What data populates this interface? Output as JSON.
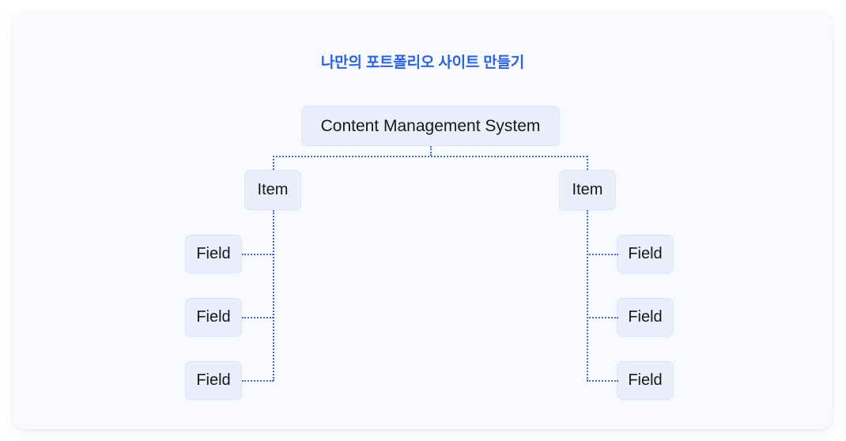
{
  "page": {
    "title": "나만의 포트폴리오 사이트 만들기",
    "accent_color": "#2a62e0",
    "card_background": "#f8faff",
    "node_background": "#eaeffb",
    "node_border_color": "#dde4f5",
    "connector_color": "#3e74da"
  },
  "diagram": {
    "type": "tree",
    "root": {
      "label": "Content Management System"
    },
    "branches": [
      {
        "side": "left",
        "item": {
          "label": "Item"
        },
        "fields": [
          {
            "label": "Field"
          },
          {
            "label": "Field"
          },
          {
            "label": "Field"
          }
        ]
      },
      {
        "side": "right",
        "item": {
          "label": "Item"
        },
        "fields": [
          {
            "label": "Field"
          },
          {
            "label": "Field"
          },
          {
            "label": "Field"
          }
        ]
      }
    ]
  }
}
